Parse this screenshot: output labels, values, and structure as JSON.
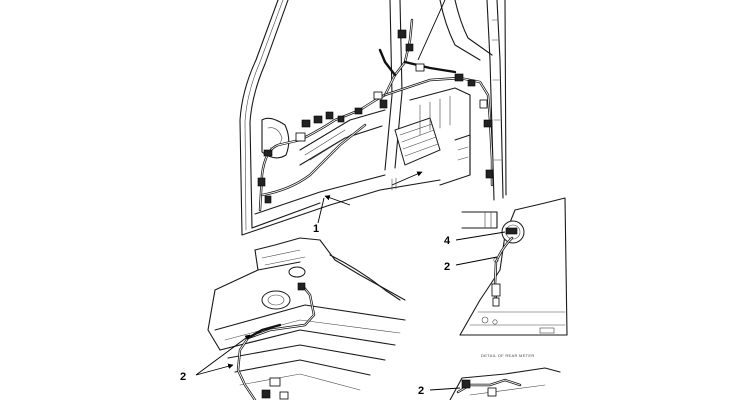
{
  "callouts": {
    "main_view_harness": "1",
    "detail_harness": "2",
    "detail_connector": "4",
    "floor_view_harness": "2",
    "bottom_right_harness": "2"
  },
  "detail_caption": "DETAIL OF REAR METER"
}
